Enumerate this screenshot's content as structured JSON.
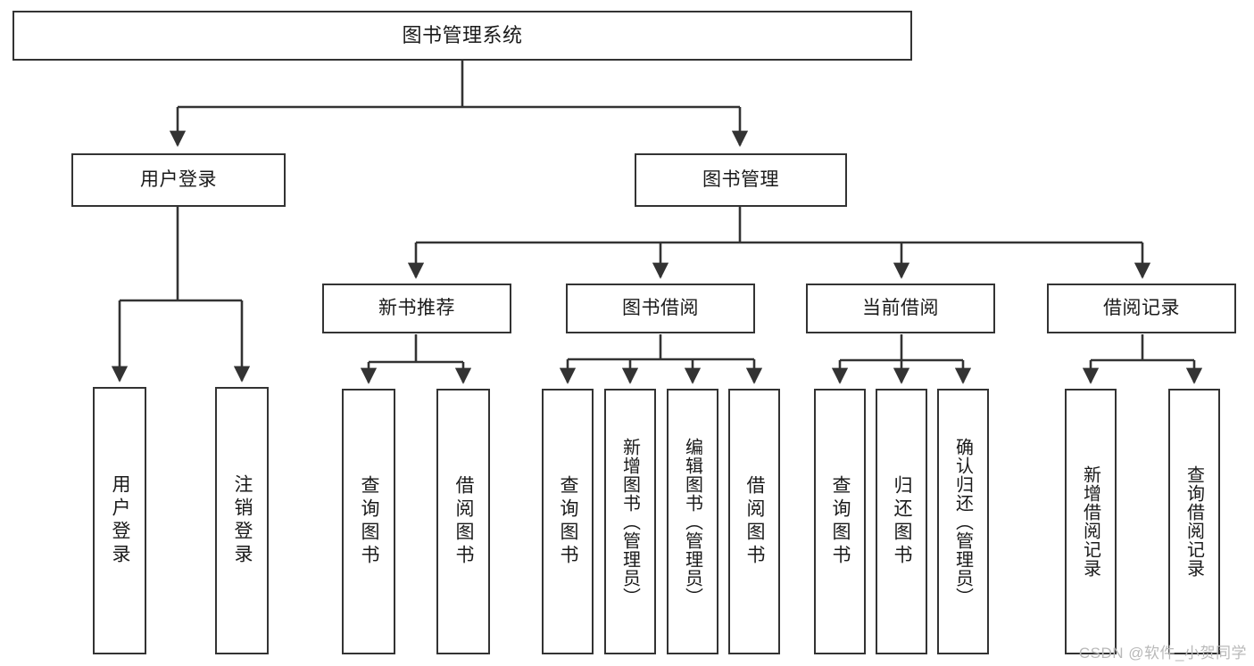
{
  "diagram": {
    "type": "tree",
    "title": "图书管理系统",
    "orientation": "top-down",
    "colors": {
      "background": "#ffffff",
      "node_border": "#333333",
      "node_fill": "#ffffff",
      "edge": "#333333",
      "text": "#1a1a1a",
      "watermark": "#b9b9b9"
    }
  },
  "watermark": {
    "text": "CSDN @软件_小贺同学"
  },
  "nodes": {
    "root": {
      "label": "图书管理系统"
    },
    "level1": [
      {
        "id": "user-login",
        "label": "用户登录"
      },
      {
        "id": "book-manage",
        "label": "图书管理"
      }
    ],
    "level2": [
      {
        "id": "new-book-recommend",
        "label": "新书推荐"
      },
      {
        "id": "book-borrow",
        "label": "图书借阅"
      },
      {
        "id": "current-borrow",
        "label": "当前借阅"
      },
      {
        "id": "borrow-record",
        "label": "借阅记录"
      }
    ],
    "leaves": {
      "user_login": [
        {
          "id": "leaf-user-login",
          "label": "用户登录"
        },
        {
          "id": "leaf-logout",
          "label": "注销登录"
        }
      ],
      "new_book_recommend": [
        {
          "id": "leaf-query-book-1",
          "label": "查询图书"
        },
        {
          "id": "leaf-borrow-book-1",
          "label": "借阅图书"
        }
      ],
      "book_borrow": [
        {
          "id": "leaf-query-book-2",
          "label": "查询图书"
        },
        {
          "id": "leaf-add-book",
          "label": "新增图书（管理员）"
        },
        {
          "id": "leaf-edit-book",
          "label": "编辑图书（管理员）"
        },
        {
          "id": "leaf-borrow-book-2",
          "label": "借阅图书"
        }
      ],
      "current_borrow": [
        {
          "id": "leaf-query-book-3",
          "label": "查询图书"
        },
        {
          "id": "leaf-return-book",
          "label": "归还图书"
        },
        {
          "id": "leaf-confirm-return",
          "label": "确认归还（管理员）"
        }
      ],
      "borrow_record": [
        {
          "id": "leaf-add-record",
          "label": "新增借阅记录"
        },
        {
          "id": "leaf-query-record",
          "label": "查询借阅记录"
        }
      ]
    }
  }
}
